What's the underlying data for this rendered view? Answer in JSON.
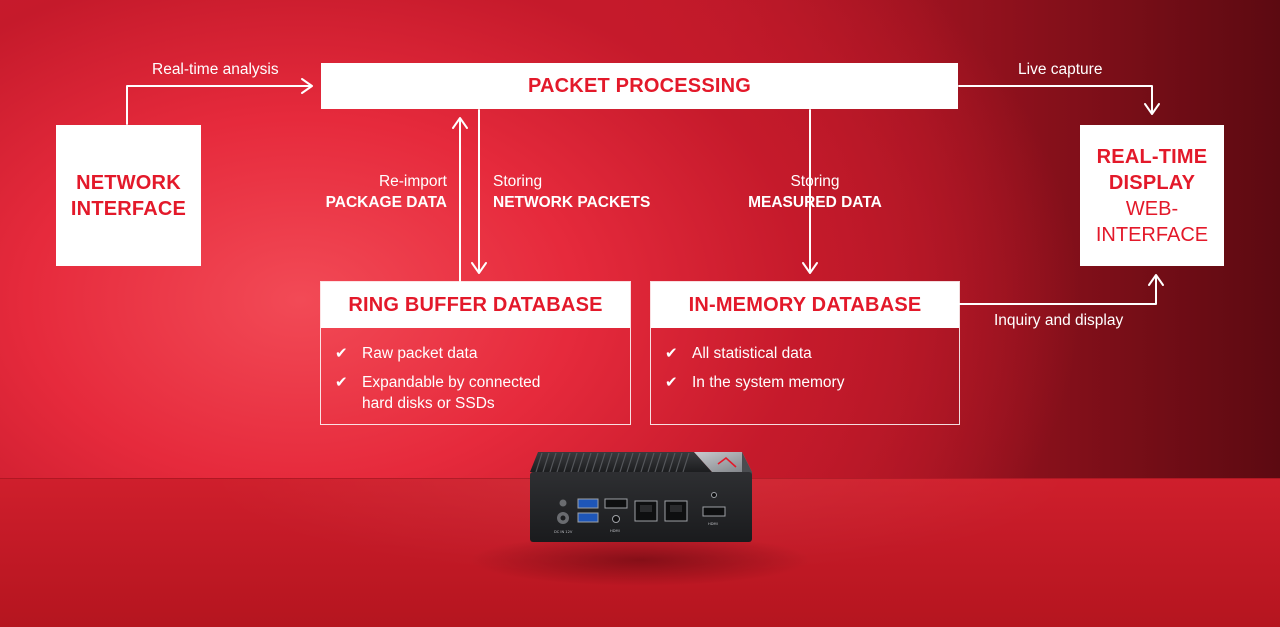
{
  "nodes": {
    "network_interface": {
      "line1": "NETWORK",
      "line2": "INTERFACE"
    },
    "packet_processing": {
      "label": "PACKET PROCESSING"
    },
    "realtime_display": {
      "line1": "REAL-TIME",
      "line2": "DISPLAY",
      "line3": "WEB-",
      "line4": "INTERFACE"
    },
    "ring_buffer": {
      "title": "RING BUFFER DATABASE",
      "items": [
        "Raw packet data",
        "Expandable by connected",
        "hard disks or SSDs"
      ]
    },
    "in_memory": {
      "title": "IN-MEMORY DATABASE",
      "items": [
        "All statistical data",
        "In the system memory"
      ]
    }
  },
  "edges": {
    "realtime_analysis": "Real-time analysis",
    "live_capture": "Live capture",
    "reimport": {
      "line1": "Re-import",
      "line2": "PACKAGE DATA"
    },
    "storing_packets": {
      "line1": "Storing",
      "line2": "NETWORK PACKETS"
    },
    "storing_measured": {
      "line1": "Storing",
      "line2": "MEASURED DATA"
    },
    "inquiry_display": "Inquiry and display"
  },
  "check_glyph": "✔",
  "device": {
    "port_labels": [
      "DC IN 12V",
      "HDMI",
      "HDMI"
    ]
  },
  "colors": {
    "brand_red": "#e3192a",
    "background_red": "#d21f30",
    "dark_red": "#5c0a11",
    "white": "#ffffff"
  }
}
